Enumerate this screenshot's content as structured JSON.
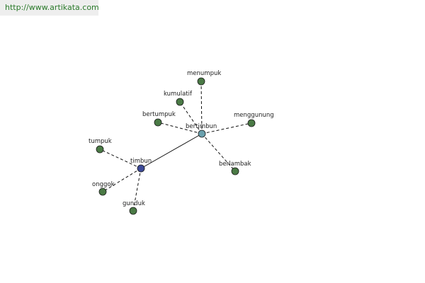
{
  "watermark": {
    "url": "http://www.artikata.com"
  },
  "colors": {
    "synonym_node": "#4a7a45",
    "center_node": "#3d4a99",
    "hub_node": "#6aa0ad"
  },
  "graph": {
    "nodes": [
      {
        "id": "timbun",
        "label": "timbun",
        "kind": "center"
      },
      {
        "id": "bertimbun",
        "label": "bertimbun",
        "kind": "hub"
      },
      {
        "id": "menumpuk",
        "label": "menumpuk",
        "kind": "synonym"
      },
      {
        "id": "kumulatif",
        "label": "kumulatif",
        "kind": "synonym"
      },
      {
        "id": "bertumpuk",
        "label": "bertumpuk",
        "kind": "synonym"
      },
      {
        "id": "menggunung",
        "label": "menggunung",
        "kind": "synonym"
      },
      {
        "id": "berlambak",
        "label": "berlambak",
        "kind": "synonym"
      },
      {
        "id": "tumpuk",
        "label": "tumpuk",
        "kind": "synonym"
      },
      {
        "id": "onggok",
        "label": "onggok",
        "kind": "synonym"
      },
      {
        "id": "gunduk",
        "label": "gunduk",
        "kind": "synonym"
      }
    ],
    "edges": [
      {
        "from": "timbun",
        "to": "bertimbun",
        "style": "solid"
      },
      {
        "from": "bertimbun",
        "to": "menumpuk",
        "style": "dashed"
      },
      {
        "from": "bertimbun",
        "to": "kumulatif",
        "style": "dashed"
      },
      {
        "from": "bertimbun",
        "to": "bertumpuk",
        "style": "dashed"
      },
      {
        "from": "bertimbun",
        "to": "menggunung",
        "style": "dashed"
      },
      {
        "from": "bertimbun",
        "to": "berlambak",
        "style": "dashed"
      },
      {
        "from": "timbun",
        "to": "tumpuk",
        "style": "dashed"
      },
      {
        "from": "timbun",
        "to": "onggok",
        "style": "dashed"
      },
      {
        "from": "timbun",
        "to": "gunduk",
        "style": "dashed"
      }
    ]
  }
}
